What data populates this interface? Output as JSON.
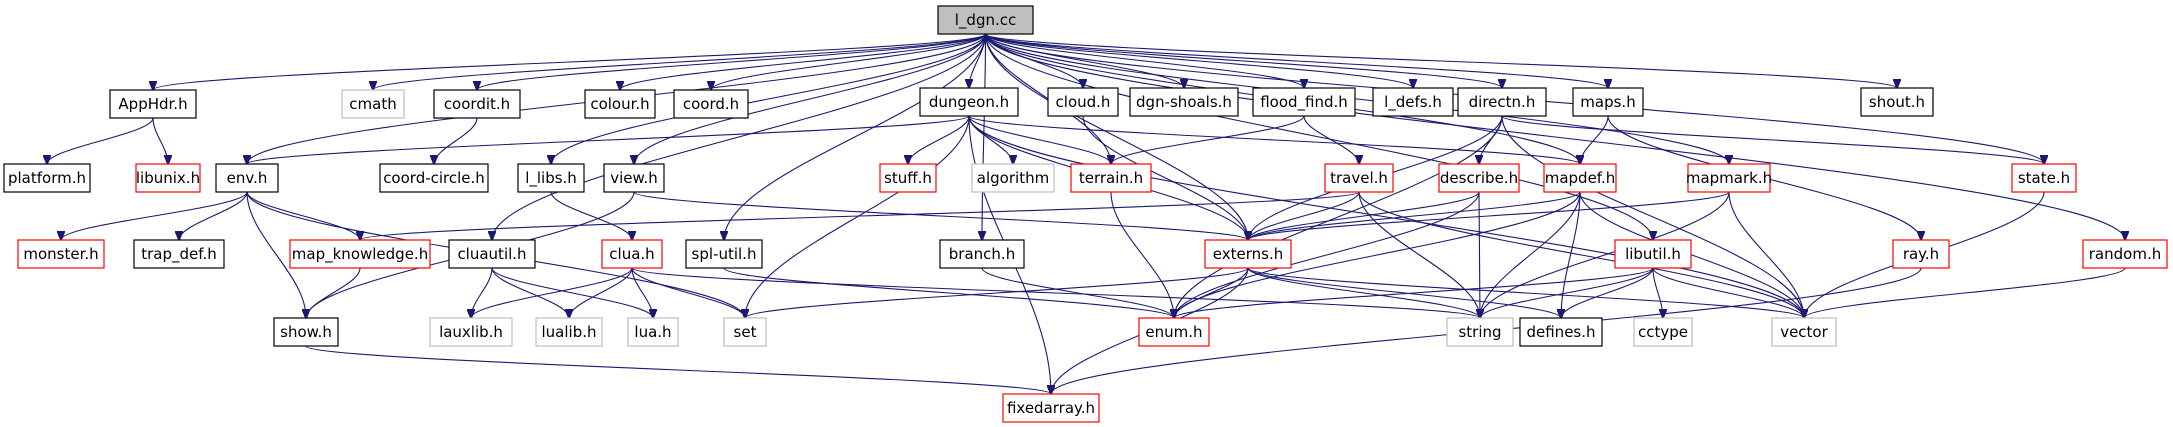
{
  "colors": {
    "background": "#ffffff",
    "edge": "#191970",
    "node_default": "#000000",
    "node_incomplete": "#ff0000",
    "node_system": "#bfbfbf",
    "root_fill": "#bfbfbf"
  },
  "graph": {
    "nodes": [
      {
        "id": "l_dgn_cc",
        "label": "l_dgn.cc",
        "style": "root"
      },
      {
        "id": "AppHdr_h",
        "label": "AppHdr.h",
        "style": "default"
      },
      {
        "id": "cmath",
        "label": "cmath",
        "style": "system"
      },
      {
        "id": "coordit_h",
        "label": "coordit.h",
        "style": "default"
      },
      {
        "id": "colour_h",
        "label": "colour.h",
        "style": "default"
      },
      {
        "id": "coord_h",
        "label": "coord.h",
        "style": "default"
      },
      {
        "id": "dungeon_h",
        "label": "dungeon.h",
        "style": "default"
      },
      {
        "id": "cloud_h",
        "label": "cloud.h",
        "style": "default"
      },
      {
        "id": "dgn_shoals_h",
        "label": "dgn-shoals.h",
        "style": "default"
      },
      {
        "id": "flood_find_h",
        "label": "flood_find.h",
        "style": "default"
      },
      {
        "id": "l_defs_h",
        "label": "l_defs.h",
        "style": "default"
      },
      {
        "id": "directn_h",
        "label": "directn.h",
        "style": "default"
      },
      {
        "id": "maps_h",
        "label": "maps.h",
        "style": "default"
      },
      {
        "id": "shout_h",
        "label": "shout.h",
        "style": "default"
      },
      {
        "id": "platform_h",
        "label": "platform.h",
        "style": "default"
      },
      {
        "id": "libunix_h",
        "label": "libunix.h",
        "style": "incomplete"
      },
      {
        "id": "env_h",
        "label": "env.h",
        "style": "default"
      },
      {
        "id": "coord_circle_h",
        "label": "coord-circle.h",
        "style": "default"
      },
      {
        "id": "l_libs_h",
        "label": "l_libs.h",
        "style": "default"
      },
      {
        "id": "view_h",
        "label": "view.h",
        "style": "default"
      },
      {
        "id": "stuff_h",
        "label": "stuff.h",
        "style": "incomplete"
      },
      {
        "id": "algorithm",
        "label": "algorithm",
        "style": "system"
      },
      {
        "id": "terrain_h",
        "label": "terrain.h",
        "style": "incomplete"
      },
      {
        "id": "travel_h",
        "label": "travel.h",
        "style": "incomplete"
      },
      {
        "id": "describe_h",
        "label": "describe.h",
        "style": "incomplete"
      },
      {
        "id": "mapdef_h",
        "label": "mapdef.h",
        "style": "incomplete"
      },
      {
        "id": "mapmark_h",
        "label": "mapmark.h",
        "style": "incomplete"
      },
      {
        "id": "state_h",
        "label": "state.h",
        "style": "incomplete"
      },
      {
        "id": "monster_h",
        "label": "monster.h",
        "style": "incomplete"
      },
      {
        "id": "trap_def_h",
        "label": "trap_def.h",
        "style": "default"
      },
      {
        "id": "map_knowledge_h",
        "label": "map_knowledge.h",
        "style": "incomplete"
      },
      {
        "id": "cluautil_h",
        "label": "cluautil.h",
        "style": "default"
      },
      {
        "id": "clua_h",
        "label": "clua.h",
        "style": "incomplete"
      },
      {
        "id": "spl_util_h",
        "label": "spl-util.h",
        "style": "default"
      },
      {
        "id": "branch_h",
        "label": "branch.h",
        "style": "default"
      },
      {
        "id": "externs_h",
        "label": "externs.h",
        "style": "incomplete"
      },
      {
        "id": "libutil_h",
        "label": "libutil.h",
        "style": "incomplete"
      },
      {
        "id": "ray_h",
        "label": "ray.h",
        "style": "incomplete"
      },
      {
        "id": "random_h",
        "label": "random.h",
        "style": "incomplete"
      },
      {
        "id": "show_h",
        "label": "show.h",
        "style": "default"
      },
      {
        "id": "lauxlib_h",
        "label": "lauxlib.h",
        "style": "system"
      },
      {
        "id": "lualib_h",
        "label": "lualib.h",
        "style": "system"
      },
      {
        "id": "lua_h",
        "label": "lua.h",
        "style": "system"
      },
      {
        "id": "set",
        "label": "set",
        "style": "system"
      },
      {
        "id": "enum_h",
        "label": "enum.h",
        "style": "incomplete"
      },
      {
        "id": "string",
        "label": "string",
        "style": "system"
      },
      {
        "id": "defines_h",
        "label": "defines.h",
        "style": "default"
      },
      {
        "id": "cctype",
        "label": "cctype",
        "style": "system"
      },
      {
        "id": "vector",
        "label": "vector",
        "style": "system"
      },
      {
        "id": "fixedarray_h",
        "label": "fixedarray.h",
        "style": "incomplete"
      }
    ],
    "edges": [
      [
        "l_dgn_cc",
        "AppHdr_h"
      ],
      [
        "l_dgn_cc",
        "cmath"
      ],
      [
        "l_dgn_cc",
        "coordit_h"
      ],
      [
        "l_dgn_cc",
        "colour_h"
      ],
      [
        "l_dgn_cc",
        "coord_h"
      ],
      [
        "l_dgn_cc",
        "dungeon_h"
      ],
      [
        "l_dgn_cc",
        "cloud_h"
      ],
      [
        "l_dgn_cc",
        "dgn_shoals_h"
      ],
      [
        "l_dgn_cc",
        "flood_find_h"
      ],
      [
        "l_dgn_cc",
        "l_defs_h"
      ],
      [
        "l_dgn_cc",
        "directn_h"
      ],
      [
        "l_dgn_cc",
        "maps_h"
      ],
      [
        "l_dgn_cc",
        "shout_h"
      ],
      [
        "l_dgn_cc",
        "env_h"
      ],
      [
        "l_dgn_cc",
        "l_libs_h"
      ],
      [
        "l_dgn_cc",
        "view_h"
      ],
      [
        "l_dgn_cc",
        "mapmark_h"
      ],
      [
        "l_dgn_cc",
        "state_h"
      ],
      [
        "l_dgn_cc",
        "cluautil_h"
      ],
      [
        "l_dgn_cc",
        "spl_util_h"
      ],
      [
        "l_dgn_cc",
        "branch_h"
      ],
      [
        "l_dgn_cc",
        "libutil_h"
      ],
      [
        "l_dgn_cc",
        "random_h"
      ],
      [
        "l_dgn_cc",
        "externs_h"
      ],
      [
        "l_dgn_cc",
        "mapdef_h"
      ],
      [
        "l_dgn_cc",
        "terrain_h"
      ],
      [
        "AppHdr_h",
        "platform_h"
      ],
      [
        "AppHdr_h",
        "libunix_h"
      ],
      [
        "coordit_h",
        "coord_circle_h"
      ],
      [
        "dungeon_h",
        "env_h"
      ],
      [
        "dungeon_h",
        "stuff_h"
      ],
      [
        "dungeon_h",
        "algorithm"
      ],
      [
        "dungeon_h",
        "terrain_h"
      ],
      [
        "dungeon_h",
        "mapdef_h"
      ],
      [
        "dungeon_h",
        "externs_h"
      ],
      [
        "dungeon_h",
        "set"
      ],
      [
        "dungeon_h",
        "vector"
      ],
      [
        "dungeon_h",
        "fixedarray_h"
      ],
      [
        "cloud_h",
        "externs_h"
      ],
      [
        "flood_find_h",
        "terrain_h"
      ],
      [
        "flood_find_h",
        "travel_h"
      ],
      [
        "directn_h",
        "describe_h"
      ],
      [
        "directn_h",
        "externs_h"
      ],
      [
        "directn_h",
        "enum_h"
      ],
      [
        "directn_h",
        "state_h"
      ],
      [
        "directn_h",
        "vector"
      ],
      [
        "maps_h",
        "mapdef_h"
      ],
      [
        "maps_h",
        "ray_h"
      ],
      [
        "env_h",
        "monster_h"
      ],
      [
        "env_h",
        "trap_def_h"
      ],
      [
        "env_h",
        "map_knowledge_h"
      ],
      [
        "env_h",
        "show_h"
      ],
      [
        "env_h",
        "set"
      ],
      [
        "l_libs_h",
        "clua_h"
      ],
      [
        "view_h",
        "show_h"
      ],
      [
        "view_h",
        "externs_h"
      ],
      [
        "terrain_h",
        "enum_h"
      ],
      [
        "travel_h",
        "externs_h"
      ],
      [
        "travel_h",
        "map_knowledge_h"
      ],
      [
        "travel_h",
        "string"
      ],
      [
        "travel_h",
        "vector"
      ],
      [
        "describe_h",
        "externs_h"
      ],
      [
        "describe_h",
        "enum_h"
      ],
      [
        "describe_h",
        "string"
      ],
      [
        "mapdef_h",
        "externs_h"
      ],
      [
        "mapdef_h",
        "enum_h"
      ],
      [
        "mapdef_h",
        "string"
      ],
      [
        "mapdef_h",
        "vector"
      ],
      [
        "mapdef_h",
        "defines_h"
      ],
      [
        "mapmark_h",
        "externs_h"
      ],
      [
        "mapmark_h",
        "vector"
      ],
      [
        "mapmark_h",
        "string"
      ],
      [
        "state_h",
        "vector"
      ],
      [
        "map_knowledge_h",
        "show_h"
      ],
      [
        "cluautil_h",
        "lauxlib_h"
      ],
      [
        "cluautil_h",
        "lualib_h"
      ],
      [
        "cluautil_h",
        "lua_h"
      ],
      [
        "clua_h",
        "lauxlib_h"
      ],
      [
        "clua_h",
        "lualib_h"
      ],
      [
        "clua_h",
        "lua_h"
      ],
      [
        "clua_h",
        "set"
      ],
      [
        "clua_h",
        "string"
      ],
      [
        "spl_util_h",
        "enum_h"
      ],
      [
        "branch_h",
        "enum_h"
      ],
      [
        "externs_h",
        "set"
      ],
      [
        "externs_h",
        "enum_h"
      ],
      [
        "externs_h",
        "string"
      ],
      [
        "externs_h",
        "defines_h"
      ],
      [
        "externs_h",
        "vector"
      ],
      [
        "externs_h",
        "fixedarray_h"
      ],
      [
        "libutil_h",
        "enum_h"
      ],
      [
        "libutil_h",
        "string"
      ],
      [
        "libutil_h",
        "defines_h"
      ],
      [
        "libutil_h",
        "cctype"
      ],
      [
        "libutil_h",
        "vector"
      ],
      [
        "ray_h",
        "fixedarray_h"
      ],
      [
        "random_h",
        "vector"
      ],
      [
        "show_h",
        "fixedarray_h"
      ]
    ]
  }
}
